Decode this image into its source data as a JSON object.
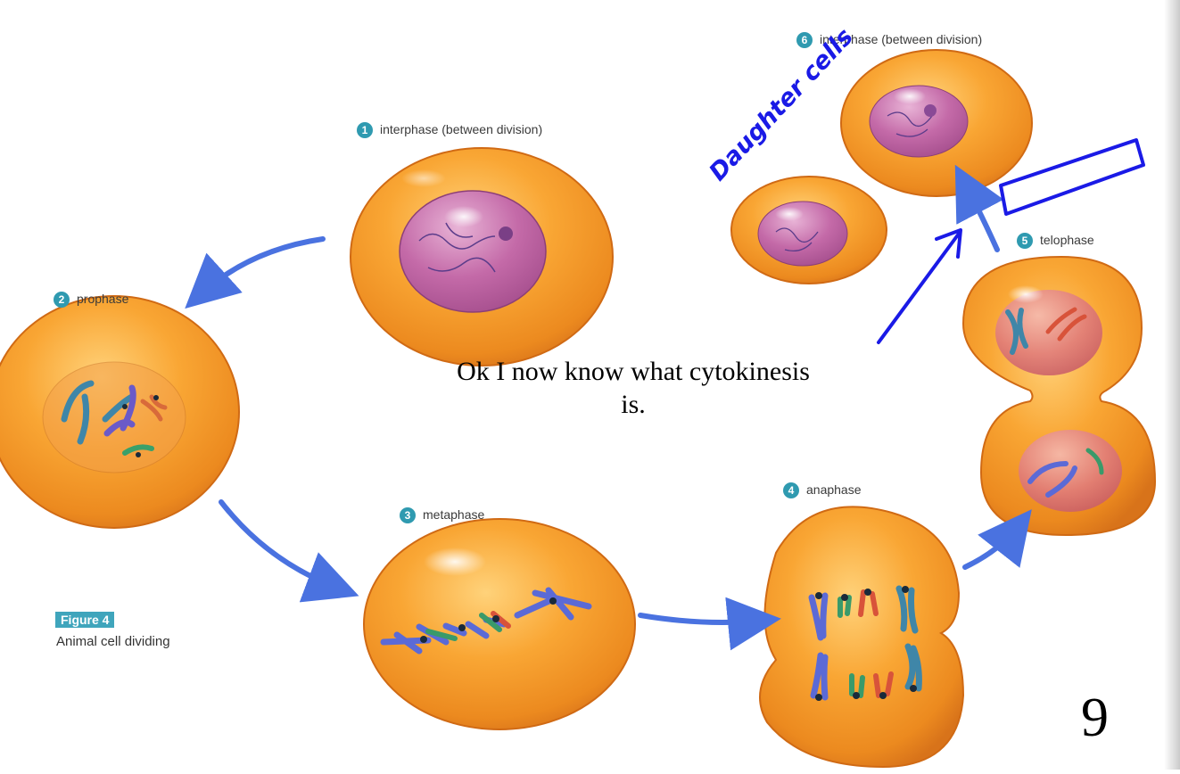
{
  "stages": [
    {
      "num": "1",
      "label": "interphase (between division)"
    },
    {
      "num": "2",
      "label": "prophase"
    },
    {
      "num": "3",
      "label": "metaphase"
    },
    {
      "num": "4",
      "label": "anaphase"
    },
    {
      "num": "5",
      "label": "telophase"
    },
    {
      "num": "6",
      "label": "interphase (between division)"
    }
  ],
  "figure": {
    "tag": "Figure 4",
    "caption": "Animal cell dividing"
  },
  "annotations": {
    "handwritten_label": "Daughter cells",
    "note_line1": "Ok I now know what cytokinesis",
    "note_line2": "is.",
    "page_number": "9"
  },
  "colors": {
    "cell_membrane": "#ee8a22",
    "cytoplasm": "#f9a634",
    "nucleus": "#c46aa8",
    "arrow": "#4a72e0",
    "ink": "#1a1ae6",
    "badge": "#2f9ab0"
  }
}
